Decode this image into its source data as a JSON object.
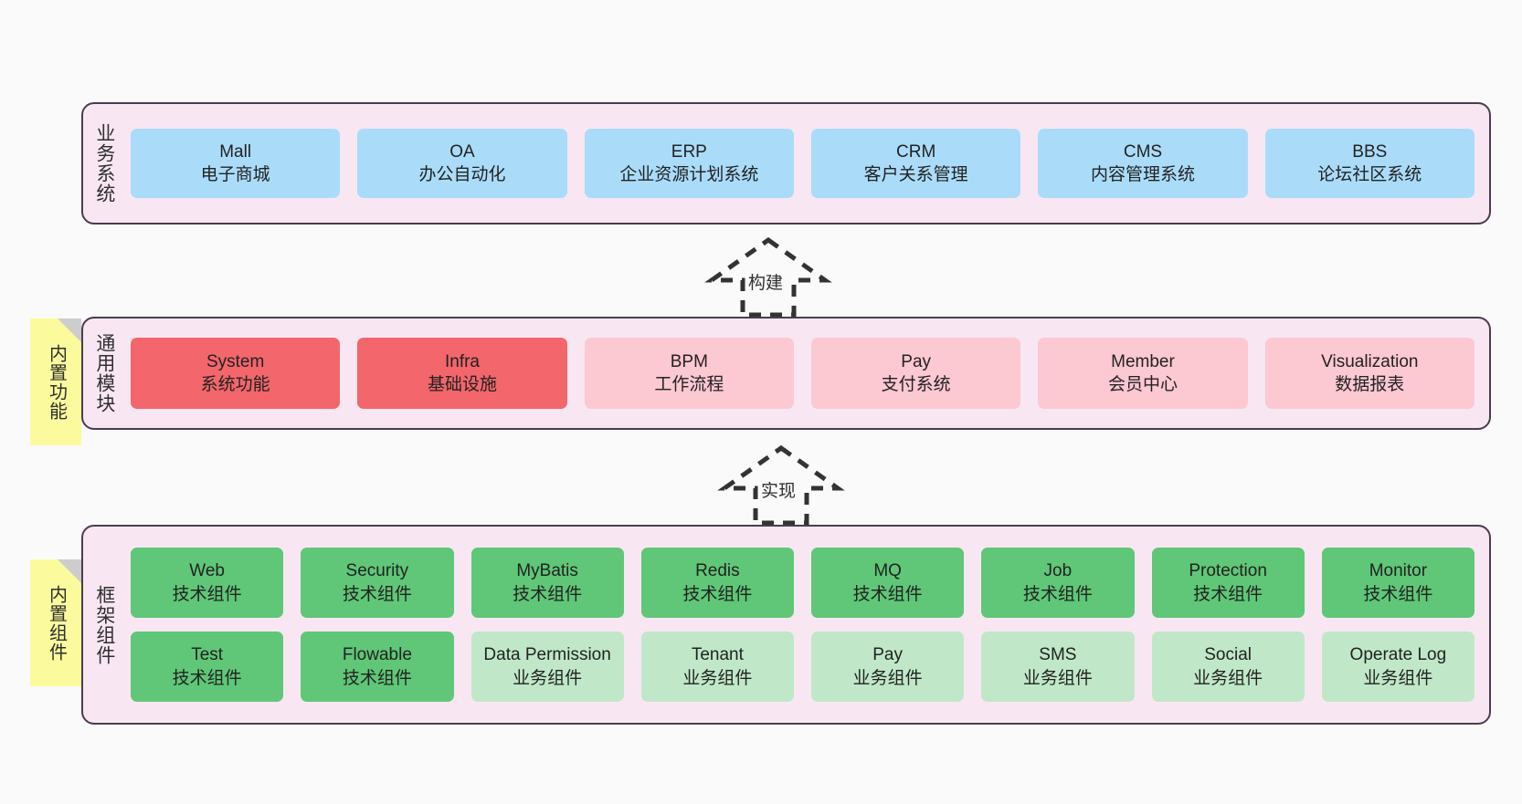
{
  "diagram": {
    "background_color": "#fafafa",
    "panel_fill": "#f8e7f3",
    "panel_border": "#4a3d4e",
    "note_fill": "#fbfb9e"
  },
  "layers": [
    {
      "id": "business-system",
      "title": "业务系统",
      "rows": [
        [
          {
            "en": "Mall",
            "cn": "电子商城",
            "color": "#aadcfa",
            "style": "c-blue"
          },
          {
            "en": "OA",
            "cn": "办公自动化",
            "color": "#aadcfa",
            "style": "c-blue"
          },
          {
            "en": "ERP",
            "cn": "企业资源计划系统",
            "color": "#aadcfa",
            "style": "c-blue"
          },
          {
            "en": "CRM",
            "cn": "客户关系管理",
            "color": "#aadcfa",
            "style": "c-blue"
          },
          {
            "en": "CMS",
            "cn": "内容管理系统",
            "color": "#aadcfa",
            "style": "c-blue"
          },
          {
            "en": "BBS",
            "cn": "论坛社区系统",
            "color": "#aadcfa",
            "style": "c-blue"
          }
        ]
      ]
    },
    {
      "id": "common-module",
      "title": "通用模块",
      "note": "内置功能",
      "rows": [
        [
          {
            "en": "System",
            "cn": "系统功能",
            "color": "#f2666c",
            "style": "c-red"
          },
          {
            "en": "Infra",
            "cn": "基础设施",
            "color": "#f2666c",
            "style": "c-red"
          },
          {
            "en": "BPM",
            "cn": "工作流程",
            "color": "#fcc8d2",
            "style": "c-pink"
          },
          {
            "en": "Pay",
            "cn": "支付系统",
            "color": "#fcc8d2",
            "style": "c-pink"
          },
          {
            "en": "Member",
            "cn": "会员中心",
            "color": "#fcc8d2",
            "style": "c-pink"
          },
          {
            "en": "Visualization",
            "cn": "数据报表",
            "color": "#fcc8d2",
            "style": "c-pink"
          }
        ]
      ]
    },
    {
      "id": "framework-component",
      "title": "框架组件",
      "note": "内置组件",
      "rows": [
        [
          {
            "en": "Web",
            "cn": "技术组件",
            "color": "#5fc777",
            "style": "c-green"
          },
          {
            "en": "Security",
            "cn": "技术组件",
            "color": "#5fc777",
            "style": "c-green"
          },
          {
            "en": "MyBatis",
            "cn": "技术组件",
            "color": "#5fc777",
            "style": "c-green"
          },
          {
            "en": "Redis",
            "cn": "技术组件",
            "color": "#5fc777",
            "style": "c-green"
          },
          {
            "en": "MQ",
            "cn": "技术组件",
            "color": "#5fc777",
            "style": "c-green"
          },
          {
            "en": "Job",
            "cn": "技术组件",
            "color": "#5fc777",
            "style": "c-green"
          },
          {
            "en": "Protection",
            "cn": "技术组件",
            "color": "#5fc777",
            "style": "c-green"
          },
          {
            "en": "Monitor",
            "cn": "技术组件",
            "color": "#5fc777",
            "style": "c-green"
          }
        ],
        [
          {
            "en": "Test",
            "cn": "技术组件",
            "color": "#5fc777",
            "style": "c-green"
          },
          {
            "en": "Flowable",
            "cn": "技术组件",
            "color": "#5fc777",
            "style": "c-green"
          },
          {
            "en": "Data Permission",
            "cn": "业务组件",
            "color": "#c0e8c8",
            "style": "c-green-light",
            "wrap": true
          },
          {
            "en": "Tenant",
            "cn": "业务组件",
            "color": "#c0e8c8",
            "style": "c-green-light"
          },
          {
            "en": "Pay",
            "cn": "业务组件",
            "color": "#c0e8c8",
            "style": "c-green-light"
          },
          {
            "en": "SMS",
            "cn": "业务组件",
            "color": "#c0e8c8",
            "style": "c-green-light"
          },
          {
            "en": "Social",
            "cn": "业务组件",
            "color": "#c0e8c8",
            "style": "c-green-light"
          },
          {
            "en": "Operate Log",
            "cn": "业务组件",
            "color": "#c0e8c8",
            "style": "c-green-light"
          }
        ]
      ]
    }
  ],
  "arrows": [
    {
      "id": "arrow-build",
      "label": "构建",
      "from": "common-module",
      "to": "business-system"
    },
    {
      "id": "arrow-realize",
      "label": "实现",
      "from": "framework-component",
      "to": "common-module"
    }
  ]
}
